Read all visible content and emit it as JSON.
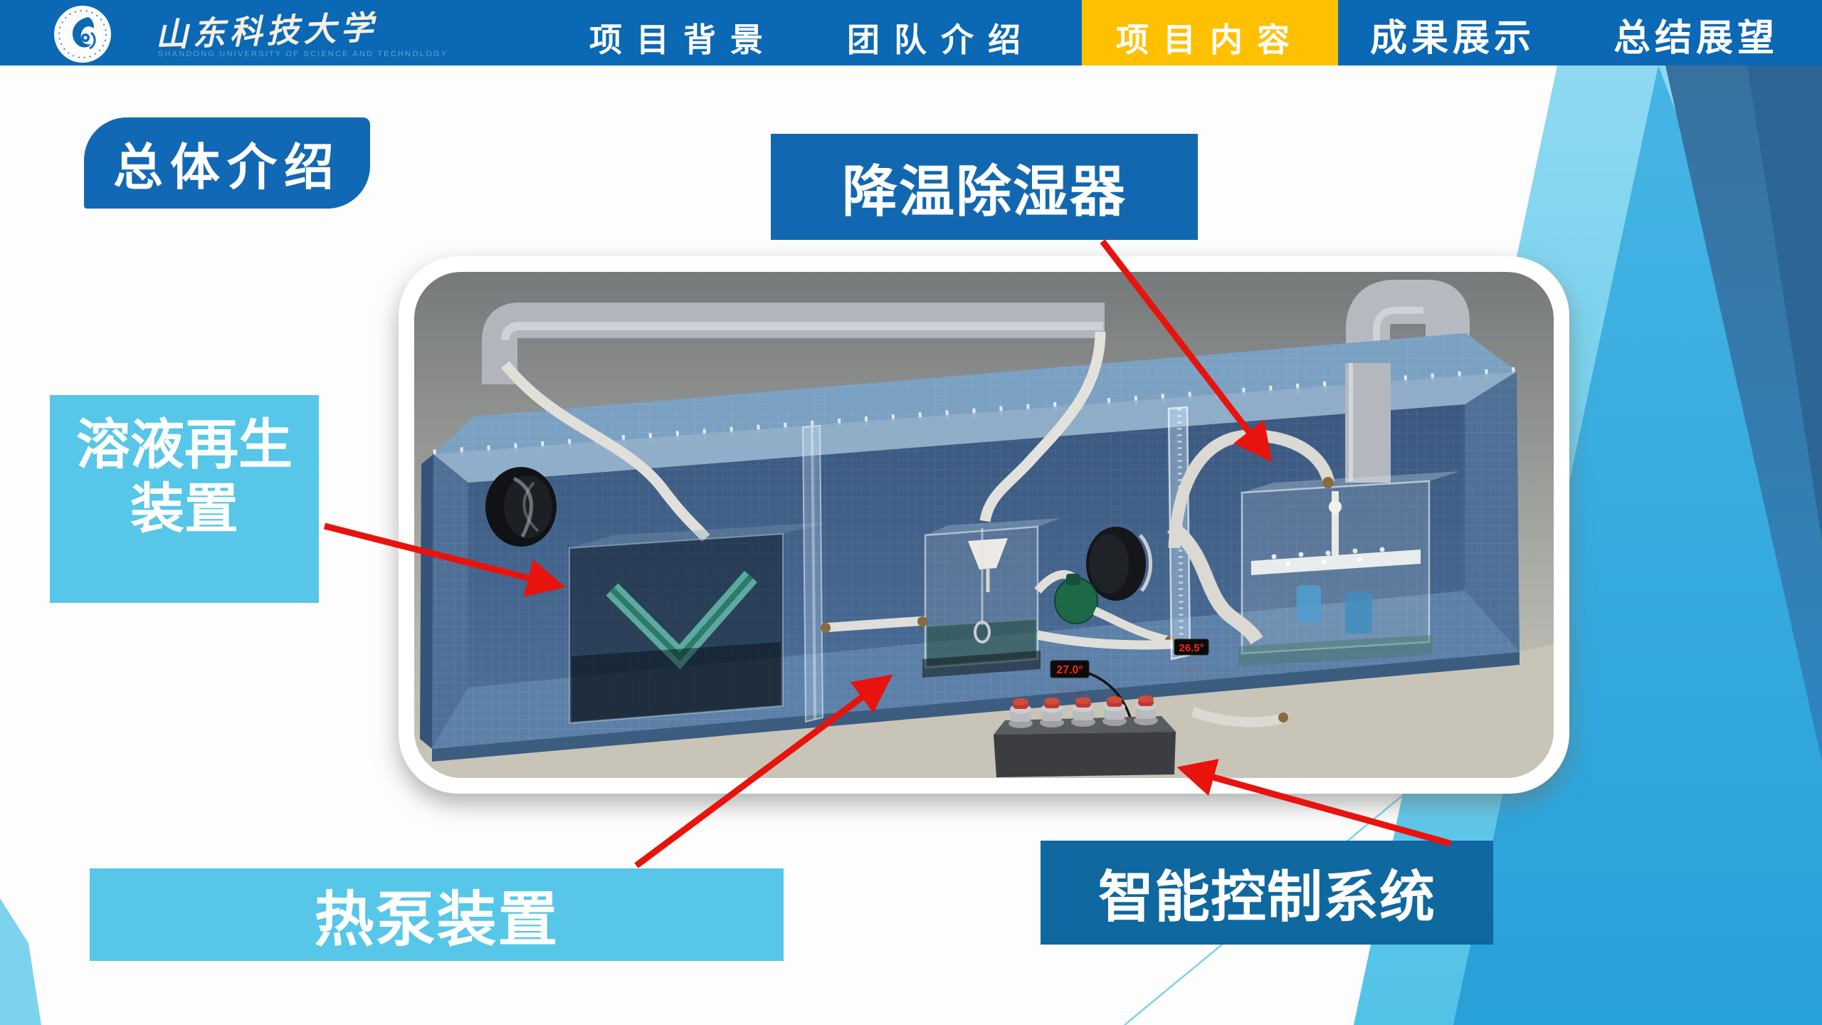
{
  "nav": {
    "logo_calligraphy": "山东科技大学",
    "logo_subtitle": "SHANDONG UNIVERSITY OF SCIENCE AND TECHNOLOGY",
    "items": [
      {
        "label": "项目背景",
        "active": false
      },
      {
        "label": "团队介绍",
        "active": false
      },
      {
        "label": "项目内容",
        "active": true
      },
      {
        "label": "成果展示",
        "active": false
      },
      {
        "label": "总结展望",
        "active": false
      }
    ]
  },
  "slide": {
    "badge": "总体介绍",
    "callouts": {
      "dehumidifier": "降温除湿器",
      "regen_line1": "溶液再生",
      "regen_line2": "装置",
      "heat_pump": "热泵装置",
      "control": "智能控制系统"
    },
    "machine": {
      "temp_left": "27.0°",
      "temp_right": "26.5°"
    }
  },
  "colors": {
    "nav_blue": "#0A68B4",
    "active_yellow": "#FFC000",
    "callout_blue": "#1168B0",
    "callout_blue_dark": "#0F689F",
    "callout_light_blue": "#56C6E9",
    "arrow_red": "#E8130D",
    "triangle_light": "#8ED9F1",
    "triangle_medium": "#45B5E4",
    "triangle_steel": "#38719E"
  }
}
